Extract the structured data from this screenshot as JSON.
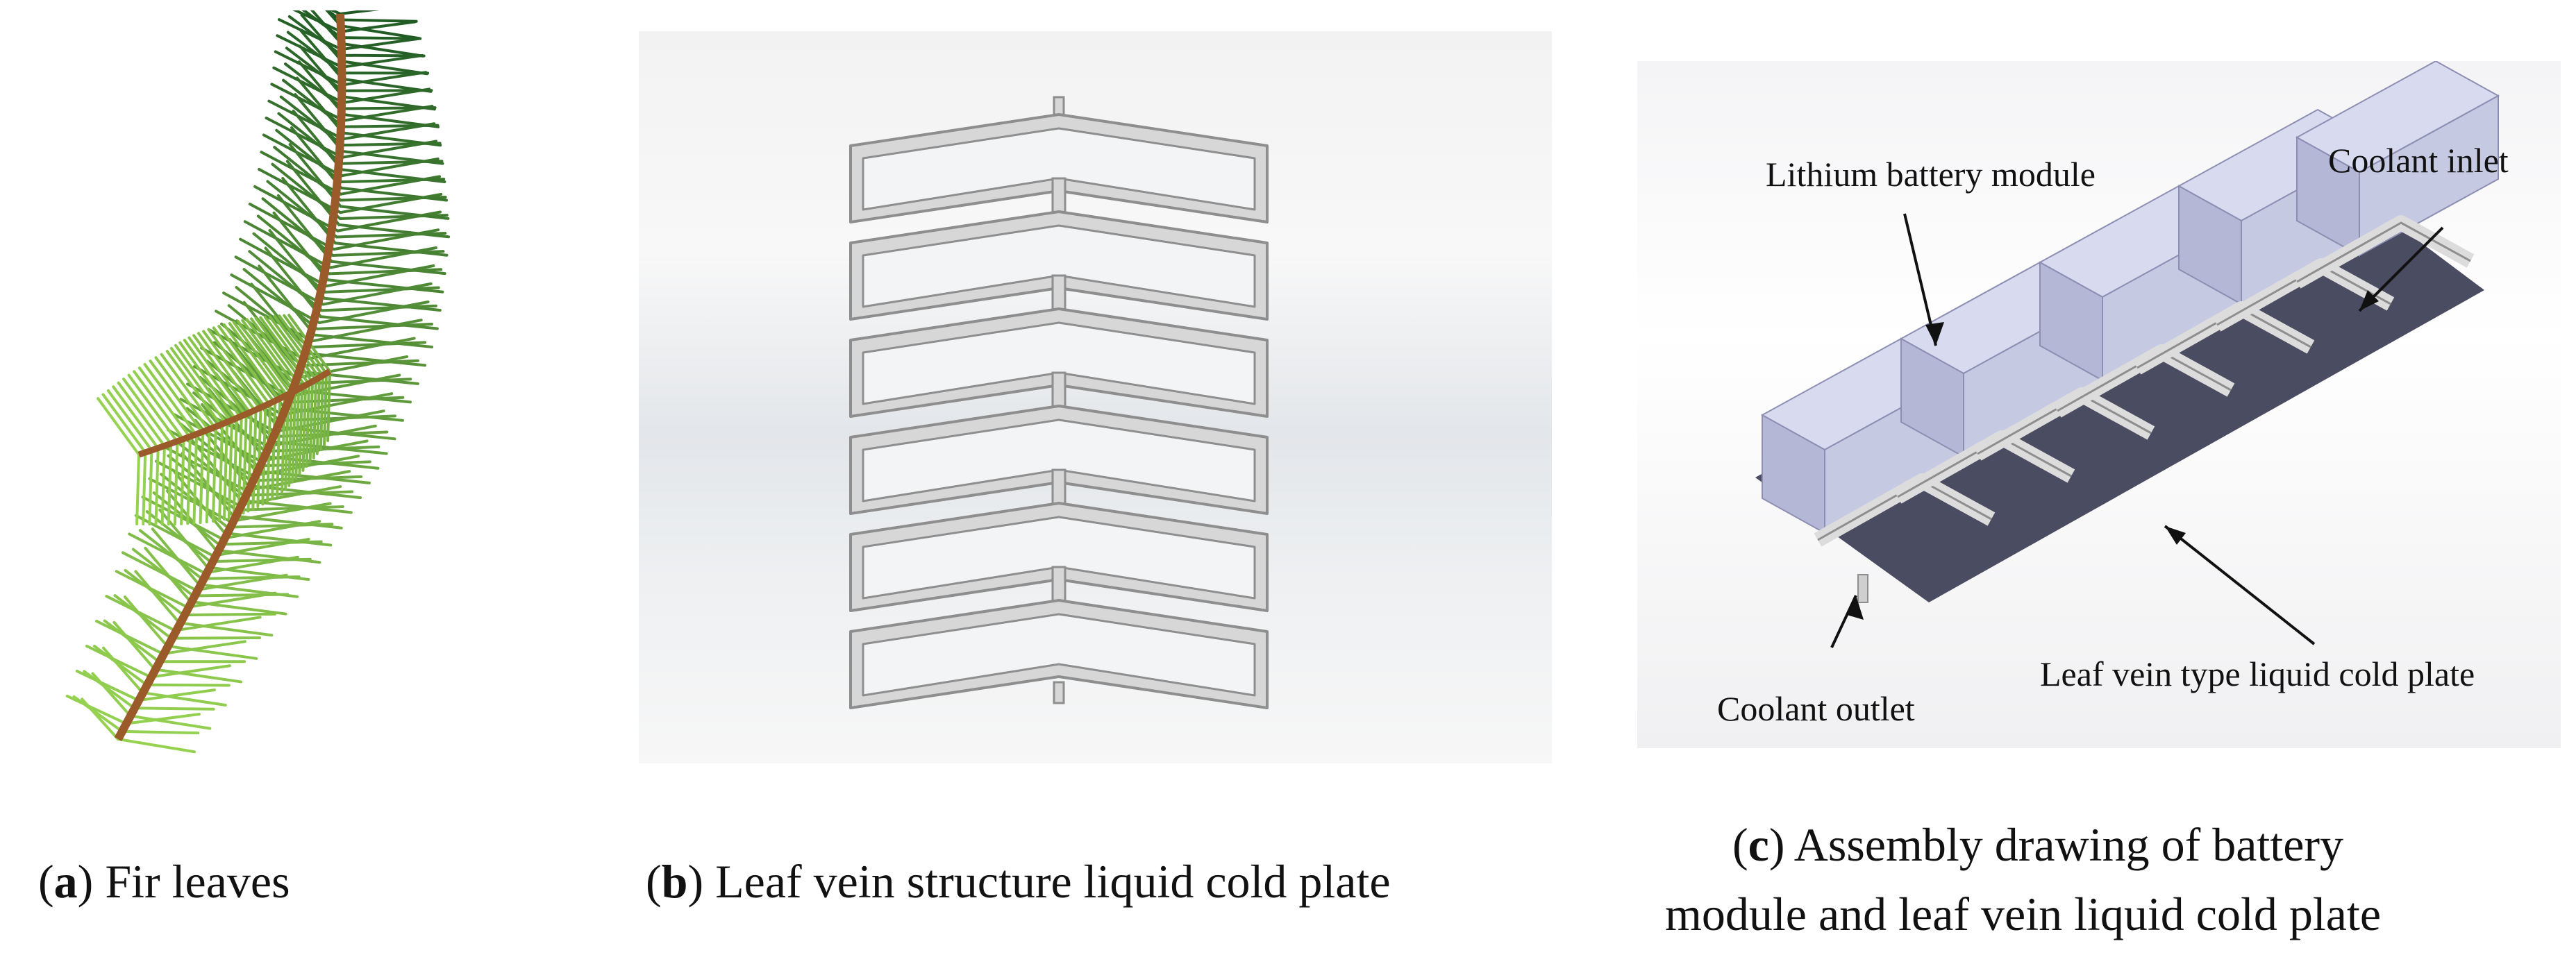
{
  "panels": {
    "a": {
      "caption_letter": "a",
      "caption_text": "Fir leaves"
    },
    "b": {
      "caption_letter": "b",
      "caption_text": "Leaf vein structure liquid cold plate"
    },
    "c": {
      "caption_letter": "c",
      "caption_line1": "Assembly drawing of battery",
      "caption_line2": "module and leaf vein liquid cold plate",
      "labels": {
        "battery_module": "Lithium battery module",
        "coolant_inlet": "Coolant inlet",
        "coolant_outlet": "Coolant outlet",
        "cold_plate": "Leaf vein type liquid cold plate"
      }
    }
  },
  "colors": {
    "needle_dark": "#1f5a24",
    "needle_light": "#8fd04a",
    "twig": "#9a5a2a",
    "plate_fill": "#d7d7d7",
    "plate_stroke": "#8e8e8e",
    "battery_top": "#d8dbef",
    "battery_side": "#b4b8d6",
    "battery_dark": "#4a4c62"
  }
}
